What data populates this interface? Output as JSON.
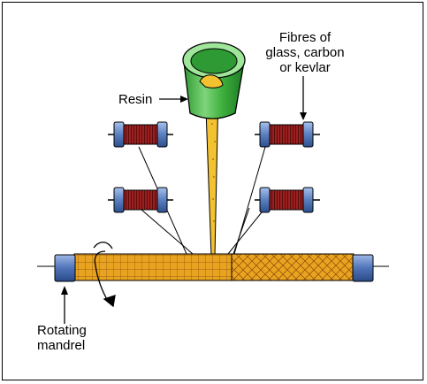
{
  "labels": {
    "resin": "Resin",
    "fibres": [
      "Fibres of",
      "glass, carbon",
      "or kevlar"
    ],
    "mandrel": [
      "Rotating",
      "mandrel"
    ]
  },
  "colors": {
    "resin": "#f2c230",
    "bucket": "#3cae3c",
    "bucket_light": "#9fe59a",
    "bobbin": "#9c2020",
    "cap": "#5a80bf",
    "mandrel": "#e8a321",
    "stroke": "#000000"
  },
  "icons": [
    "rotation-arrow-icon"
  ]
}
